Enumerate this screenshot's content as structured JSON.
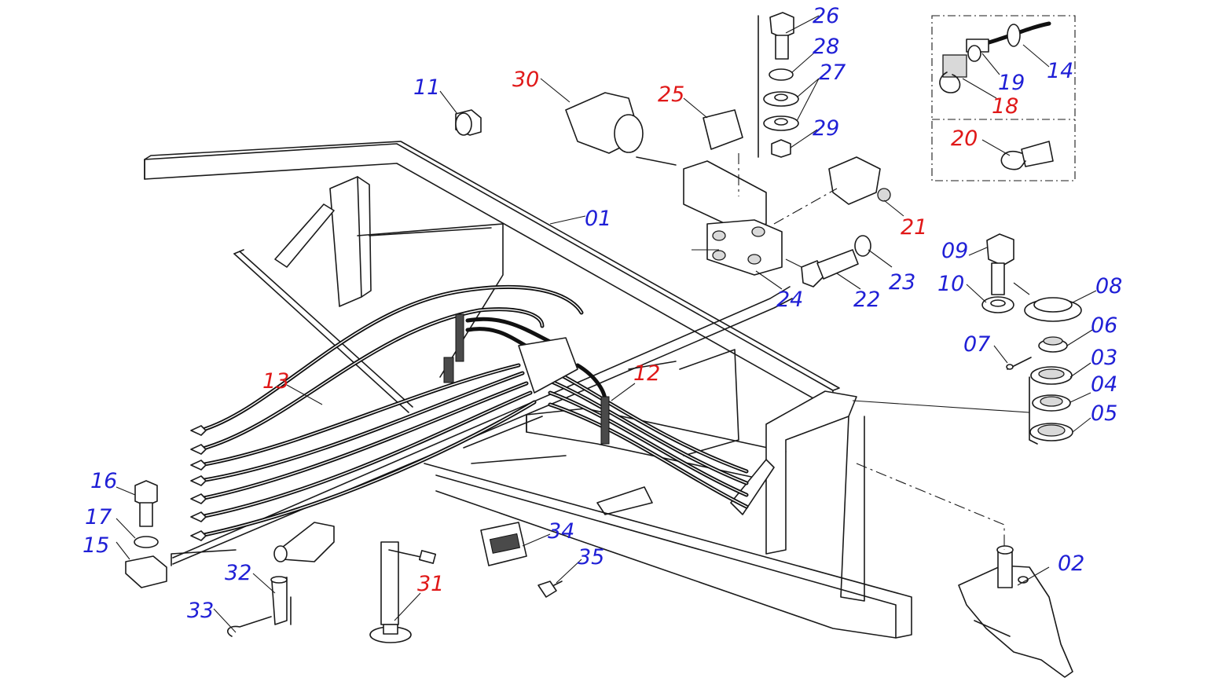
{
  "colors": {
    "standard_part": "#1f1fd6",
    "highlighted_part": "#e01818",
    "line": "#1a1a1a"
  },
  "callouts": [
    {
      "id": "c01",
      "label": "01",
      "color": "blue"
    },
    {
      "id": "c02",
      "label": "02",
      "color": "blue"
    },
    {
      "id": "c03",
      "label": "03",
      "color": "blue"
    },
    {
      "id": "c04",
      "label": "04",
      "color": "blue"
    },
    {
      "id": "c05",
      "label": "05",
      "color": "blue"
    },
    {
      "id": "c06",
      "label": "06",
      "color": "blue"
    },
    {
      "id": "c07",
      "label": "07",
      "color": "blue"
    },
    {
      "id": "c08",
      "label": "08",
      "color": "blue"
    },
    {
      "id": "c09",
      "label": "09",
      "color": "blue"
    },
    {
      "id": "c10",
      "label": "10",
      "color": "blue"
    },
    {
      "id": "c11",
      "label": "11",
      "color": "blue"
    },
    {
      "id": "c12",
      "label": "12",
      "color": "red"
    },
    {
      "id": "c13",
      "label": "13",
      "color": "red"
    },
    {
      "id": "c14",
      "label": "14",
      "color": "blue"
    },
    {
      "id": "c15",
      "label": "15",
      "color": "blue"
    },
    {
      "id": "c16",
      "label": "16",
      "color": "blue"
    },
    {
      "id": "c17",
      "label": "17",
      "color": "blue"
    },
    {
      "id": "c18",
      "label": "18",
      "color": "red"
    },
    {
      "id": "c19",
      "label": "19",
      "color": "blue"
    },
    {
      "id": "c20",
      "label": "20",
      "color": "red"
    },
    {
      "id": "c21",
      "label": "21",
      "color": "red"
    },
    {
      "id": "c22",
      "label": "22",
      "color": "blue"
    },
    {
      "id": "c23",
      "label": "23",
      "color": "blue"
    },
    {
      "id": "c24",
      "label": "24",
      "color": "blue"
    },
    {
      "id": "c25",
      "label": "25",
      "color": "red"
    },
    {
      "id": "c26",
      "label": "26",
      "color": "blue"
    },
    {
      "id": "c27",
      "label": "27",
      "color": "blue"
    },
    {
      "id": "c28",
      "label": "28",
      "color": "blue"
    },
    {
      "id": "c29",
      "label": "29",
      "color": "blue"
    },
    {
      "id": "c30",
      "label": "30",
      "color": "red"
    },
    {
      "id": "c31",
      "label": "31",
      "color": "red"
    },
    {
      "id": "c32",
      "label": "32",
      "color": "blue"
    },
    {
      "id": "c33",
      "label": "33",
      "color": "blue"
    },
    {
      "id": "c34",
      "label": "34",
      "color": "blue"
    },
    {
      "id": "c35",
      "label": "35",
      "color": "blue"
    }
  ]
}
